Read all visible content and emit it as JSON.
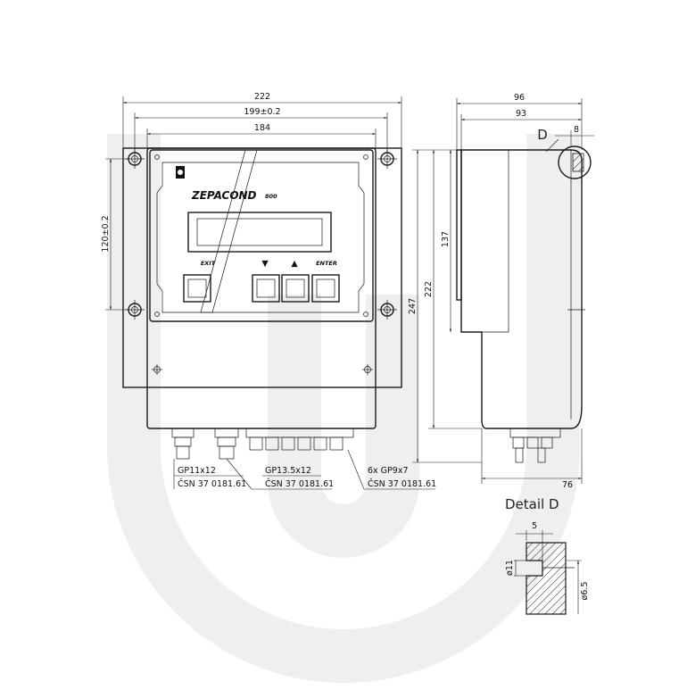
{
  "front_view": {
    "dim_width_total": "222",
    "dim_hole_spacing": "199±0.2",
    "dim_inner_width": "184",
    "dim_hole_vertical": "120±0.2",
    "brand_name": "ZEPACOND",
    "brand_model": "800",
    "btn_exit": "EXIT",
    "btn_down": "▼",
    "btn_up": "▲",
    "btn_enter": "ENTER",
    "gland_1_size": "GP11x12",
    "gland_1_std": "ČSN  37  0181.61",
    "gland_2_size": "GP13.5x12",
    "gland_2_std": "ČSN  37  0181.61",
    "gland_3_size": "6x  GP9x7",
    "gland_3_std": "ČSN  37  0181.61"
  },
  "side_view": {
    "dim_depth_total": "96",
    "dim_depth_body": "93",
    "dim_detail_width": "8",
    "detail_marker": "D",
    "dim_height_total": "247",
    "dim_height_body": "222",
    "dim_height_upper": "137",
    "dim_base_depth": "76"
  },
  "detail": {
    "title": "Detail  D",
    "dim_counterbore_depth": "5",
    "dim_counterbore_dia": "ø11",
    "dim_hole_dia": "ø6.5"
  }
}
